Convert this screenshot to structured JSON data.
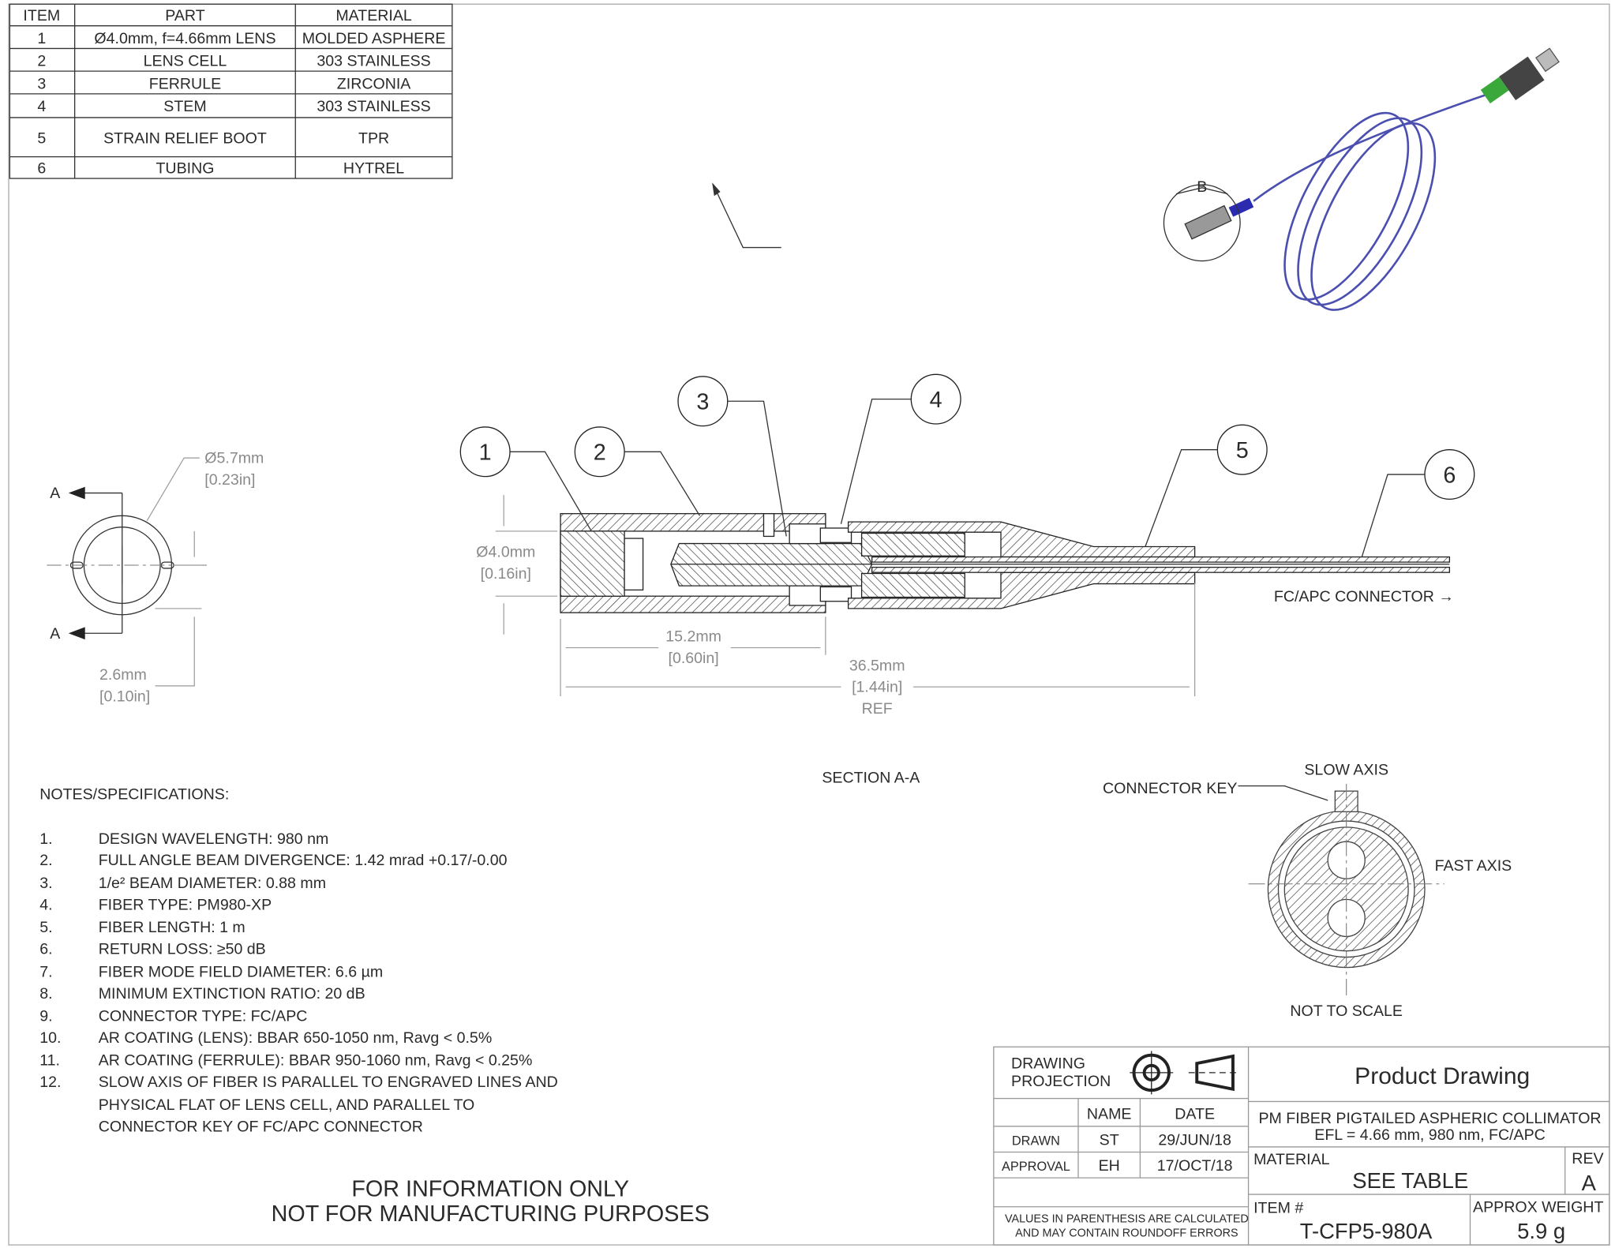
{
  "bom": {
    "headers": {
      "item": "ITEM",
      "part": "PART",
      "material": "MATERIAL"
    },
    "rows": [
      {
        "item": "1",
        "part": "Ø4.0mm, f=4.66mm LENS",
        "material": "MOLDED ASPHERE"
      },
      {
        "item": "2",
        "part": "LENS CELL",
        "material": "303 STAINLESS"
      },
      {
        "item": "3",
        "part": "FERRULE",
        "material": "ZIRCONIA"
      },
      {
        "item": "4",
        "part": "STEM",
        "material": "303 STAINLESS"
      },
      {
        "item": "5",
        "part": "STRAIN RELIEF BOOT",
        "material": "TPR"
      },
      {
        "item": "6",
        "part": "TUBING",
        "material": "HYTREL"
      }
    ]
  },
  "iso_view": {
    "detail_label": "B",
    "colors": {
      "fiber": "#4a4fb0",
      "connector_boot": "#3aa83a"
    }
  },
  "end_view": {
    "section_label_top": "A",
    "section_label_bottom": "A",
    "diameter": "Ø5.7mm",
    "diameter_in": "[0.23in]",
    "flat": "2.6mm",
    "flat_in": "[0.10in]"
  },
  "section": {
    "balloons": [
      "1",
      "2",
      "3",
      "4",
      "5",
      "6"
    ],
    "dia": "Ø4.0mm",
    "dia_in": "[0.16in]",
    "len1": "15.2mm",
    "len1_in": "[0.60in]",
    "len2": "36.5mm",
    "len2_in": "[1.44in]",
    "len2_ref": "REF",
    "connector_note": "FC/APC CONNECTOR →",
    "title": "SECTION A-A"
  },
  "fiber_view": {
    "slow_axis": "SLOW AXIS",
    "connector_key": "CONNECTOR KEY",
    "fast_axis": "FAST AXIS",
    "scale_note": "NOT TO SCALE"
  },
  "notes": {
    "title": "NOTES/SPECIFICATIONS:",
    "items": [
      {
        "num": "1.",
        "lines": [
          "DESIGN WAVELENGTH: 980 nm"
        ]
      },
      {
        "num": "2.",
        "lines": [
          "FULL ANGLE BEAM DIVERGENCE: 1.42 mrad +0.17/-0.00"
        ]
      },
      {
        "num": "3.",
        "lines": [
          "1/e² BEAM DIAMETER: 0.88 mm"
        ]
      },
      {
        "num": "4.",
        "lines": [
          "FIBER TYPE: PM980-XP"
        ]
      },
      {
        "num": "5.",
        "lines": [
          "FIBER LENGTH: 1 m"
        ]
      },
      {
        "num": "6.",
        "lines": [
          "RETURN LOSS: ≥50 dB"
        ]
      },
      {
        "num": "7.",
        "lines": [
          "FIBER MODE FIELD DIAMETER: 6.6 µm"
        ]
      },
      {
        "num": "8.",
        "lines": [
          "MINIMUM EXTINCTION RATIO: 20 dB"
        ]
      },
      {
        "num": "9.",
        "lines": [
          "CONNECTOR TYPE: FC/APC"
        ]
      },
      {
        "num": "10.",
        "lines": [
          "AR COATING (LENS): BBAR 650-1050 nm, Ravg < 0.5%"
        ]
      },
      {
        "num": "11.",
        "lines": [
          "AR COATING (FERRULE): BBAR 950-1060 nm, Ravg < 0.25%"
        ]
      },
      {
        "num": "12.",
        "lines": [
          "SLOW AXIS OF FIBER IS PARALLEL TO ENGRAVED LINES AND",
          "PHYSICAL FLAT OF LENS CELL, AND PARALLEL TO",
          "CONNECTOR KEY OF FC/APC CONNECTOR"
        ]
      }
    ]
  },
  "disclaimer": {
    "line1": "FOR INFORMATION ONLY",
    "line2": "NOT FOR MANUFACTURING PURPOSES"
  },
  "title_block": {
    "projection_label_1": "DRAWING",
    "projection_label_2": "PROJECTION",
    "name_header": "NAME",
    "date_header": "DATE",
    "drawn_label": "DRAWN",
    "drawn_name": "ST",
    "drawn_date": "29/JUN/18",
    "approval_label": "APPROVAL",
    "approval_name": "EH",
    "approval_date": "17/OCT/18",
    "values_note_1": "VALUES IN PARENTHESIS ARE CALCULATED",
    "values_note_2": "AND MAY CONTAIN ROUNDOFF ERRORS",
    "doc_type": "Product Drawing",
    "description_1": "PM FIBER PIGTAILED ASPHERIC COLLIMATOR",
    "description_2": "EFL = 4.66 mm, 980 nm, FC/APC",
    "material_label": "MATERIAL",
    "material_value": "SEE TABLE",
    "rev_label": "REV",
    "rev_value": "A",
    "item_label": "ITEM #",
    "item_value": "T-CFP5-980A",
    "weight_label": "APPROX WEIGHT",
    "weight_value": "5.9 g"
  }
}
